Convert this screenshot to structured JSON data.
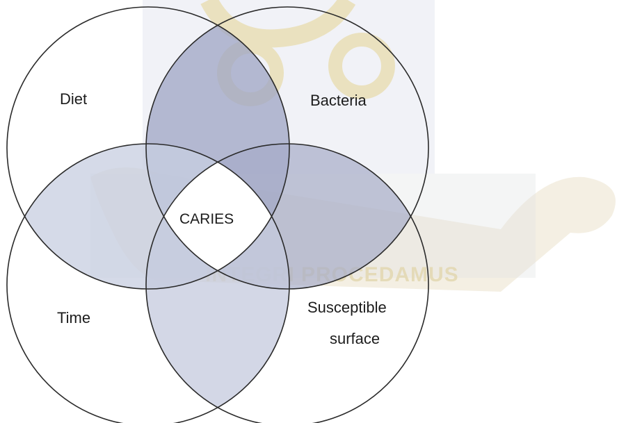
{
  "diagram": {
    "sets": [
      {
        "id": "diet",
        "label": "Diet"
      },
      {
        "id": "bacteria",
        "label": "Bacteria"
      },
      {
        "id": "time",
        "label": "Time"
      },
      {
        "id": "surface",
        "label_line1": "Susceptible",
        "label_line2": "surface"
      }
    ],
    "center_label": "CARIES"
  },
  "watermark": {
    "text": "INTEGRI PROCEDAMUS",
    "emblem_color": "#c9b46a",
    "banner_color": "#d8ccae"
  },
  "colors": {
    "overlap_dark": "#a9aec9",
    "overlap_light": "#d3d8e6",
    "outline": "#2a2a2a"
  }
}
